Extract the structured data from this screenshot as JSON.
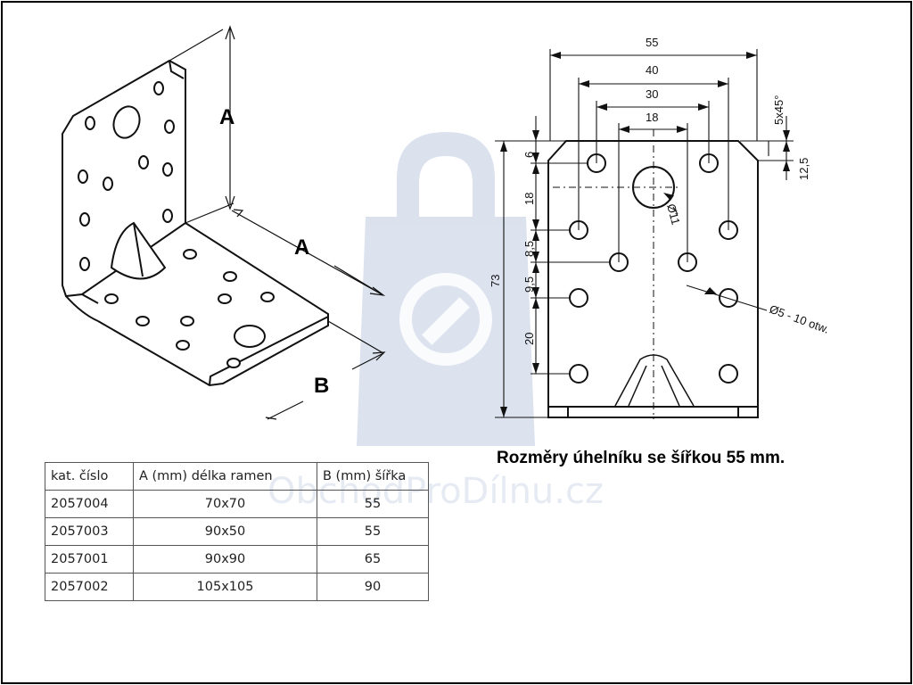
{
  "labels": {
    "a_vertical": "A",
    "a_horizontal": "A",
    "b_width": "B"
  },
  "dimensions": {
    "w55": "55",
    "w40": "40",
    "w30": "30",
    "w18": "18",
    "chamfer": "5x45°",
    "h12_5": "12,5",
    "d6": "6",
    "d18": "18",
    "d8_5": "8,5",
    "d9_5": "9,5",
    "d20": "20",
    "h73": "73",
    "hole_big": "Ø11",
    "hole_small": "Ø5 - 10 otw."
  },
  "caption": "Rozměry úhelníku se šířkou 55 mm.",
  "watermark": "ObchodProDílnu.cz",
  "table": {
    "headers": [
      "kat. číslo",
      "A (mm) délka ramen",
      "B (mm) šířka"
    ],
    "rows": [
      [
        "2057004",
        "70x70",
        "55"
      ],
      [
        "2057003",
        "90x50",
        "55"
      ],
      [
        "2057001",
        "90x90",
        "65"
      ],
      [
        "2057002",
        "105x105",
        "90"
      ]
    ]
  },
  "colors": {
    "watermark": "#c9d4e6",
    "line": "#111111"
  }
}
